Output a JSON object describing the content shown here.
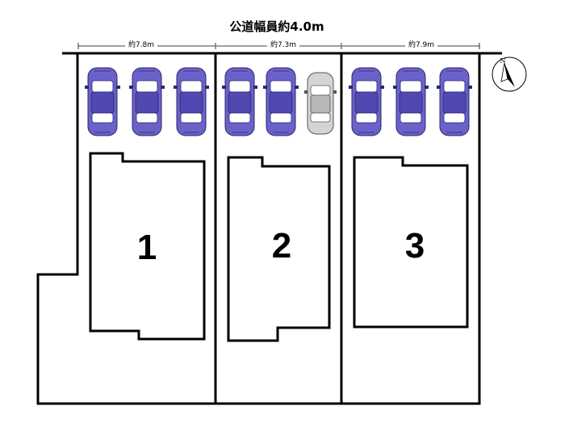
{
  "road": {
    "label": "公道幅員約4.0m"
  },
  "lots": [
    {
      "number": "1",
      "frontage": "約7.8m"
    },
    {
      "number": "2",
      "frontage": "約7.3m"
    },
    {
      "number": "3",
      "frontage": "約7.9m"
    }
  ],
  "parking": {
    "lot1": [
      "blue",
      "blue",
      "blue"
    ],
    "lot2": [
      "blue",
      "blue",
      "gray"
    ],
    "lot3": [
      "blue",
      "blue",
      "blue"
    ]
  },
  "compass": {
    "label": "N"
  },
  "colors": {
    "car_blue": "#6a62c8",
    "car_blue_dark": "#3e3790",
    "car_gray": "#c8c8c8",
    "line": "#000000"
  }
}
